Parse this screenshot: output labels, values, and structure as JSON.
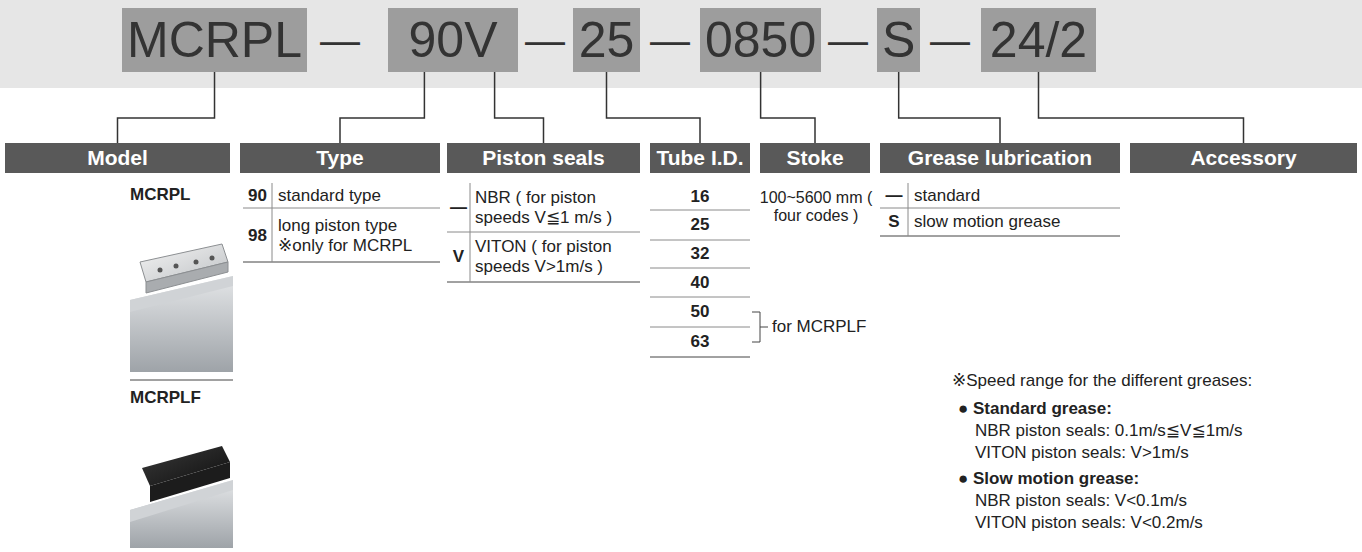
{
  "diagram": {
    "nodes": [
      {
        "text": [
          "MCRPL"
        ]
      },
      {
        "text": [
          "90V"
        ]
      },
      {
        "text": [
          "25"
        ]
      },
      {
        "text": [
          "0850"
        ]
      },
      {
        "text": [
          "S"
        ]
      },
      {
        "text": [
          "24/2"
        ]
      },
      {
        "text": [
          "Model"
        ]
      },
      {
        "text": [
          "Type"
        ]
      },
      {
        "text": [
          "Piston seals"
        ]
      },
      {
        "text": [
          "Tube I.D."
        ]
      },
      {
        "text": [
          "Stoke"
        ]
      },
      {
        "text": [
          "Grease lubrication"
        ]
      },
      {
        "text": [
          "Accessory"
        ]
      }
    ],
    "edges": [
      {
        "from": 0,
        "to": 6,
        "arrow": "none"
      },
      {
        "from": 1,
        "to": 7,
        "arrow": "none"
      },
      {
        "from": 1,
        "to": 8,
        "arrow": "none"
      },
      {
        "from": 2,
        "to": 9,
        "arrow": "none"
      },
      {
        "from": 3,
        "to": 10,
        "arrow": "none"
      },
      {
        "from": 4,
        "to": 11,
        "arrow": "none"
      },
      {
        "from": 5,
        "to": 12,
        "arrow": "none"
      }
    ],
    "labels": [
      "—",
      "—",
      "—",
      "—",
      "—",
      "MCRPL",
      "MCRPLF",
      "90",
      "standard type",
      "98",
      "long piston type ※only for MCRPL",
      "—",
      "NBR ( for piston speeds V≦1 m/s )",
      "V",
      "VITON ( for piston speeds V>1m/s )",
      "16",
      "25",
      "32",
      "40",
      "50",
      "63",
      "for MCRPLF",
      "100~5600 mm ( four codes )",
      "—",
      "standard",
      "S",
      "slow motion grease",
      "※Speed range for the different greases:",
      "● Standard grease:",
      "NBR piston seals: 0.1m/s≦V≦1m/s",
      "VITON piston seals: V>1m/s",
      "● Slow motion grease:",
      "NBR piston seals: V<0.1m/s",
      "VITON piston seals: V<0.2m/s"
    ]
  }
}
